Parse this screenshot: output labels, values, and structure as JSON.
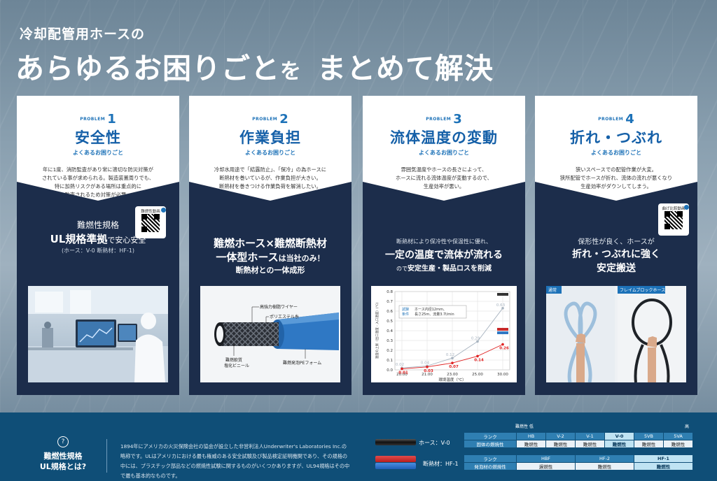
{
  "header": {
    "subtitle": "冷却配管用ホースの",
    "title_part1": "あらゆるお困りごと",
    "title_particle": "を",
    "title_part2": "まとめて解決"
  },
  "problem_label": "PROBLEM",
  "trouble_label": "よくあるお困りごと",
  "cards": [
    {
      "number": "1",
      "title": "安全性",
      "description": "年に1度、消防監査があり常に適切な防災対策が\nされている事が求められる。製造装置周りでも、\n特に加熱リスクがある場所は重点的に\n監査されるため対策が必要。",
      "qr_label": "難燃性動画",
      "line1": "難燃性規格",
      "line2_main": "UL規格準拠",
      "line2_small": "で安心安全",
      "line3": "(ホース：V-0 断熱材：HF-1)"
    },
    {
      "number": "2",
      "title": "作業負担",
      "description": "冷却水用途で「結露防止」、「保冷」の為ホースに\n断熱材を巻いているが、作業負担が大きい。\n断熱材を巻きつける作業負荷を解消したい。",
      "line1": "難燃ホース×難燃断熱材",
      "line2_main": "一体型ホース",
      "line2_small": "は当社のみ！",
      "line3": "断熱材との一体成形",
      "diagram_labels": [
        "高強力樹脂ワイヤー",
        "ポリエステル糸",
        "難燃軟質\n塩化ビニール",
        "難燃発泡PEフォーム"
      ]
    },
    {
      "number": "3",
      "title": "流体温度の変動",
      "description": "雰囲気温度やホースの長さによって、\nホースに流れる流体温度が変動するので、\n生産効率が悪い。",
      "line1": "断熱材により保冷性や保温性に優れ、",
      "line2_main": "一定の温度で流体が流れる",
      "line3_small": "ので",
      "line3_main": "安定生産・製品ロスを削減"
    },
    {
      "number": "4",
      "title": "折れ・つぶれ",
      "description": "狭いスペースでの配管作業が大変。\n狭所配管でホースが折れ、流体の流れが悪くなり\n生産効率がダウンしてしまう。",
      "qr_label": "曲げ比較動画",
      "line1": "保形性が良く、ホースが",
      "line2_main": "折れ・つぶれに強く",
      "line3": "安定搬送",
      "photo_left_tag": "通常",
      "photo_right_tag": "フレイムブロックホース"
    }
  ],
  "chart_data": {
    "type": "line",
    "x": [
      20,
      21,
      23,
      25,
      30
    ],
    "xticks": [
      "20.00",
      "21.00",
      "23.00",
      "25.00",
      "30.00"
    ],
    "yticks": [
      "0.0",
      "0.1",
      "0.2",
      "0.3",
      "0.4",
      "0.5",
      "0.6",
      "0.7",
      "0.8"
    ],
    "xlabel": "環境温度（℃）",
    "ylabel": "温度の上昇（出口温度 - 入口温度）(℃)",
    "ylim": [
      0,
      0.8
    ],
    "xlim": [
      20,
      30
    ],
    "legend_box": {
      "title": "試験\n条件",
      "text": "ホース内径12mm、\n長さ25m、流量3.7l/min"
    },
    "series": [
      {
        "values": [
          0.02,
          0.04,
          0.12,
          0.29,
          0.63
        ],
        "labels": [
          "0.02",
          "0.04",
          "0.12",
          "0.29",
          "0.63"
        ],
        "color": "#a8b4c0"
      },
      {
        "values": [
          0.01,
          0.03,
          0.07,
          0.14,
          0.26
        ],
        "labels": [
          "0.01",
          "0.03",
          "0.07",
          "0.14",
          "0.26"
        ],
        "color": "#e02020"
      }
    ]
  },
  "bottom": {
    "q_mark": "?",
    "title1": "難燃性規格",
    "title2": "UL規格とは?",
    "text": "1894年にアメリカの火災保険会社の協会が設立した非営利法人Underwriter's Laboratories Inc.の略称です。ULはアメリカにおける最も権威のある安全試験及び製品検定証明機関であり、その規格の中には、プラスチック部品などの燃焼性試験に関するものがいくつかありますが、UL94規格はその中で最も基本的なものです。",
    "hose_label": "ホース：V-0",
    "insulation_label": "断熱材：HF-1",
    "scale_left": "難燃性 低",
    "scale_right": "高",
    "hose_table": {
      "rank_label": "ランク",
      "rank_values": [
        "HB",
        "V-2",
        "V-1",
        "V-0",
        "5VB",
        "5VA"
      ],
      "prop_label": "固体の燃焼性",
      "prop_values": [
        "難燃性",
        "難燃性",
        "難燃性",
        "難燃性",
        "難燃性",
        "難燃性"
      ]
    },
    "foam_table": {
      "rank_label": "ランク",
      "rank_values": [
        "HBF",
        "HF-2",
        "HF-1"
      ],
      "prop_label": "発泡材の燃焼性",
      "prop_values": [
        "遅燃性",
        "難燃性",
        "難燃性"
      ]
    }
  },
  "colors": {
    "accent": "#1d72b8",
    "card_dark": "#1c2d4b",
    "bottom_band": "#0f4e77",
    "hose_blue": "#2f78c4",
    "series_red": "#e02020"
  }
}
